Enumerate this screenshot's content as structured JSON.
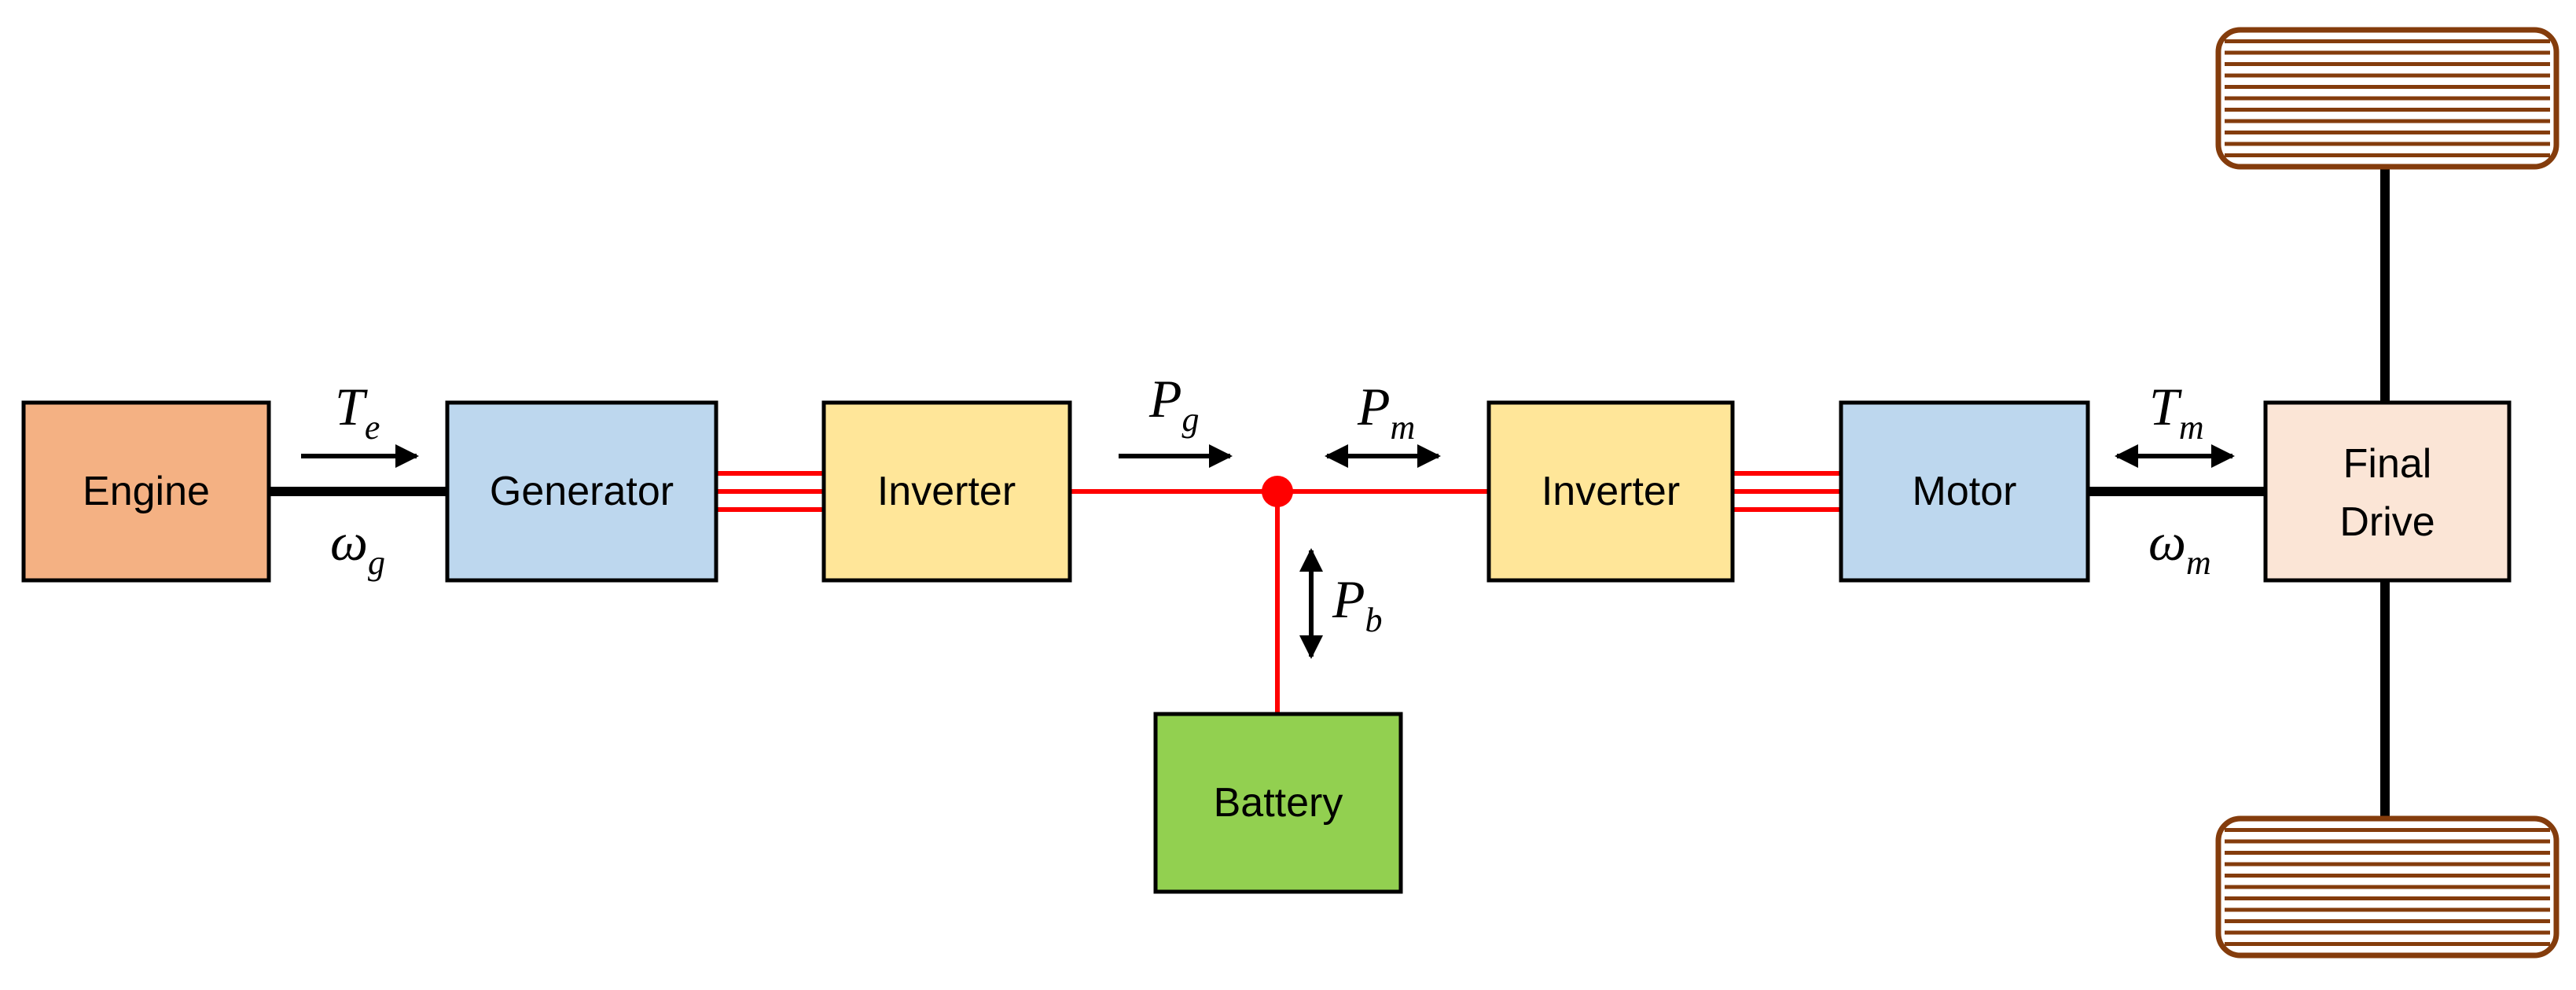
{
  "blocks": {
    "engine": "Engine",
    "generator": "Generator",
    "inverter_left": "Inverter",
    "inverter_right": "Inverter",
    "motor": "Motor",
    "final_drive_line1": "Final",
    "final_drive_line2": "Drive",
    "battery": "Battery"
  },
  "symbols": {
    "Te": {
      "main": "T",
      "sub": "e"
    },
    "omega_g": {
      "main": "ω",
      "sub": "g"
    },
    "Pg": {
      "main": "P",
      "sub": "g"
    },
    "Pm": {
      "main": "P",
      "sub": "m"
    },
    "Pb": {
      "main": "P",
      "sub": "b"
    },
    "Tm": {
      "main": "T",
      "sub": "m"
    },
    "omega_m": {
      "main": "ω",
      "sub": "m"
    }
  },
  "colors": {
    "engine": "#F4B183",
    "generator": "#BDD7EE",
    "inverter": "#FFE699",
    "motor": "#BDD7EE",
    "final_drive": "#FBE5D6",
    "battery": "#92D050",
    "electric_line": "#FF0000",
    "mechanical_line": "#000000",
    "wheel": "#843C0C"
  }
}
